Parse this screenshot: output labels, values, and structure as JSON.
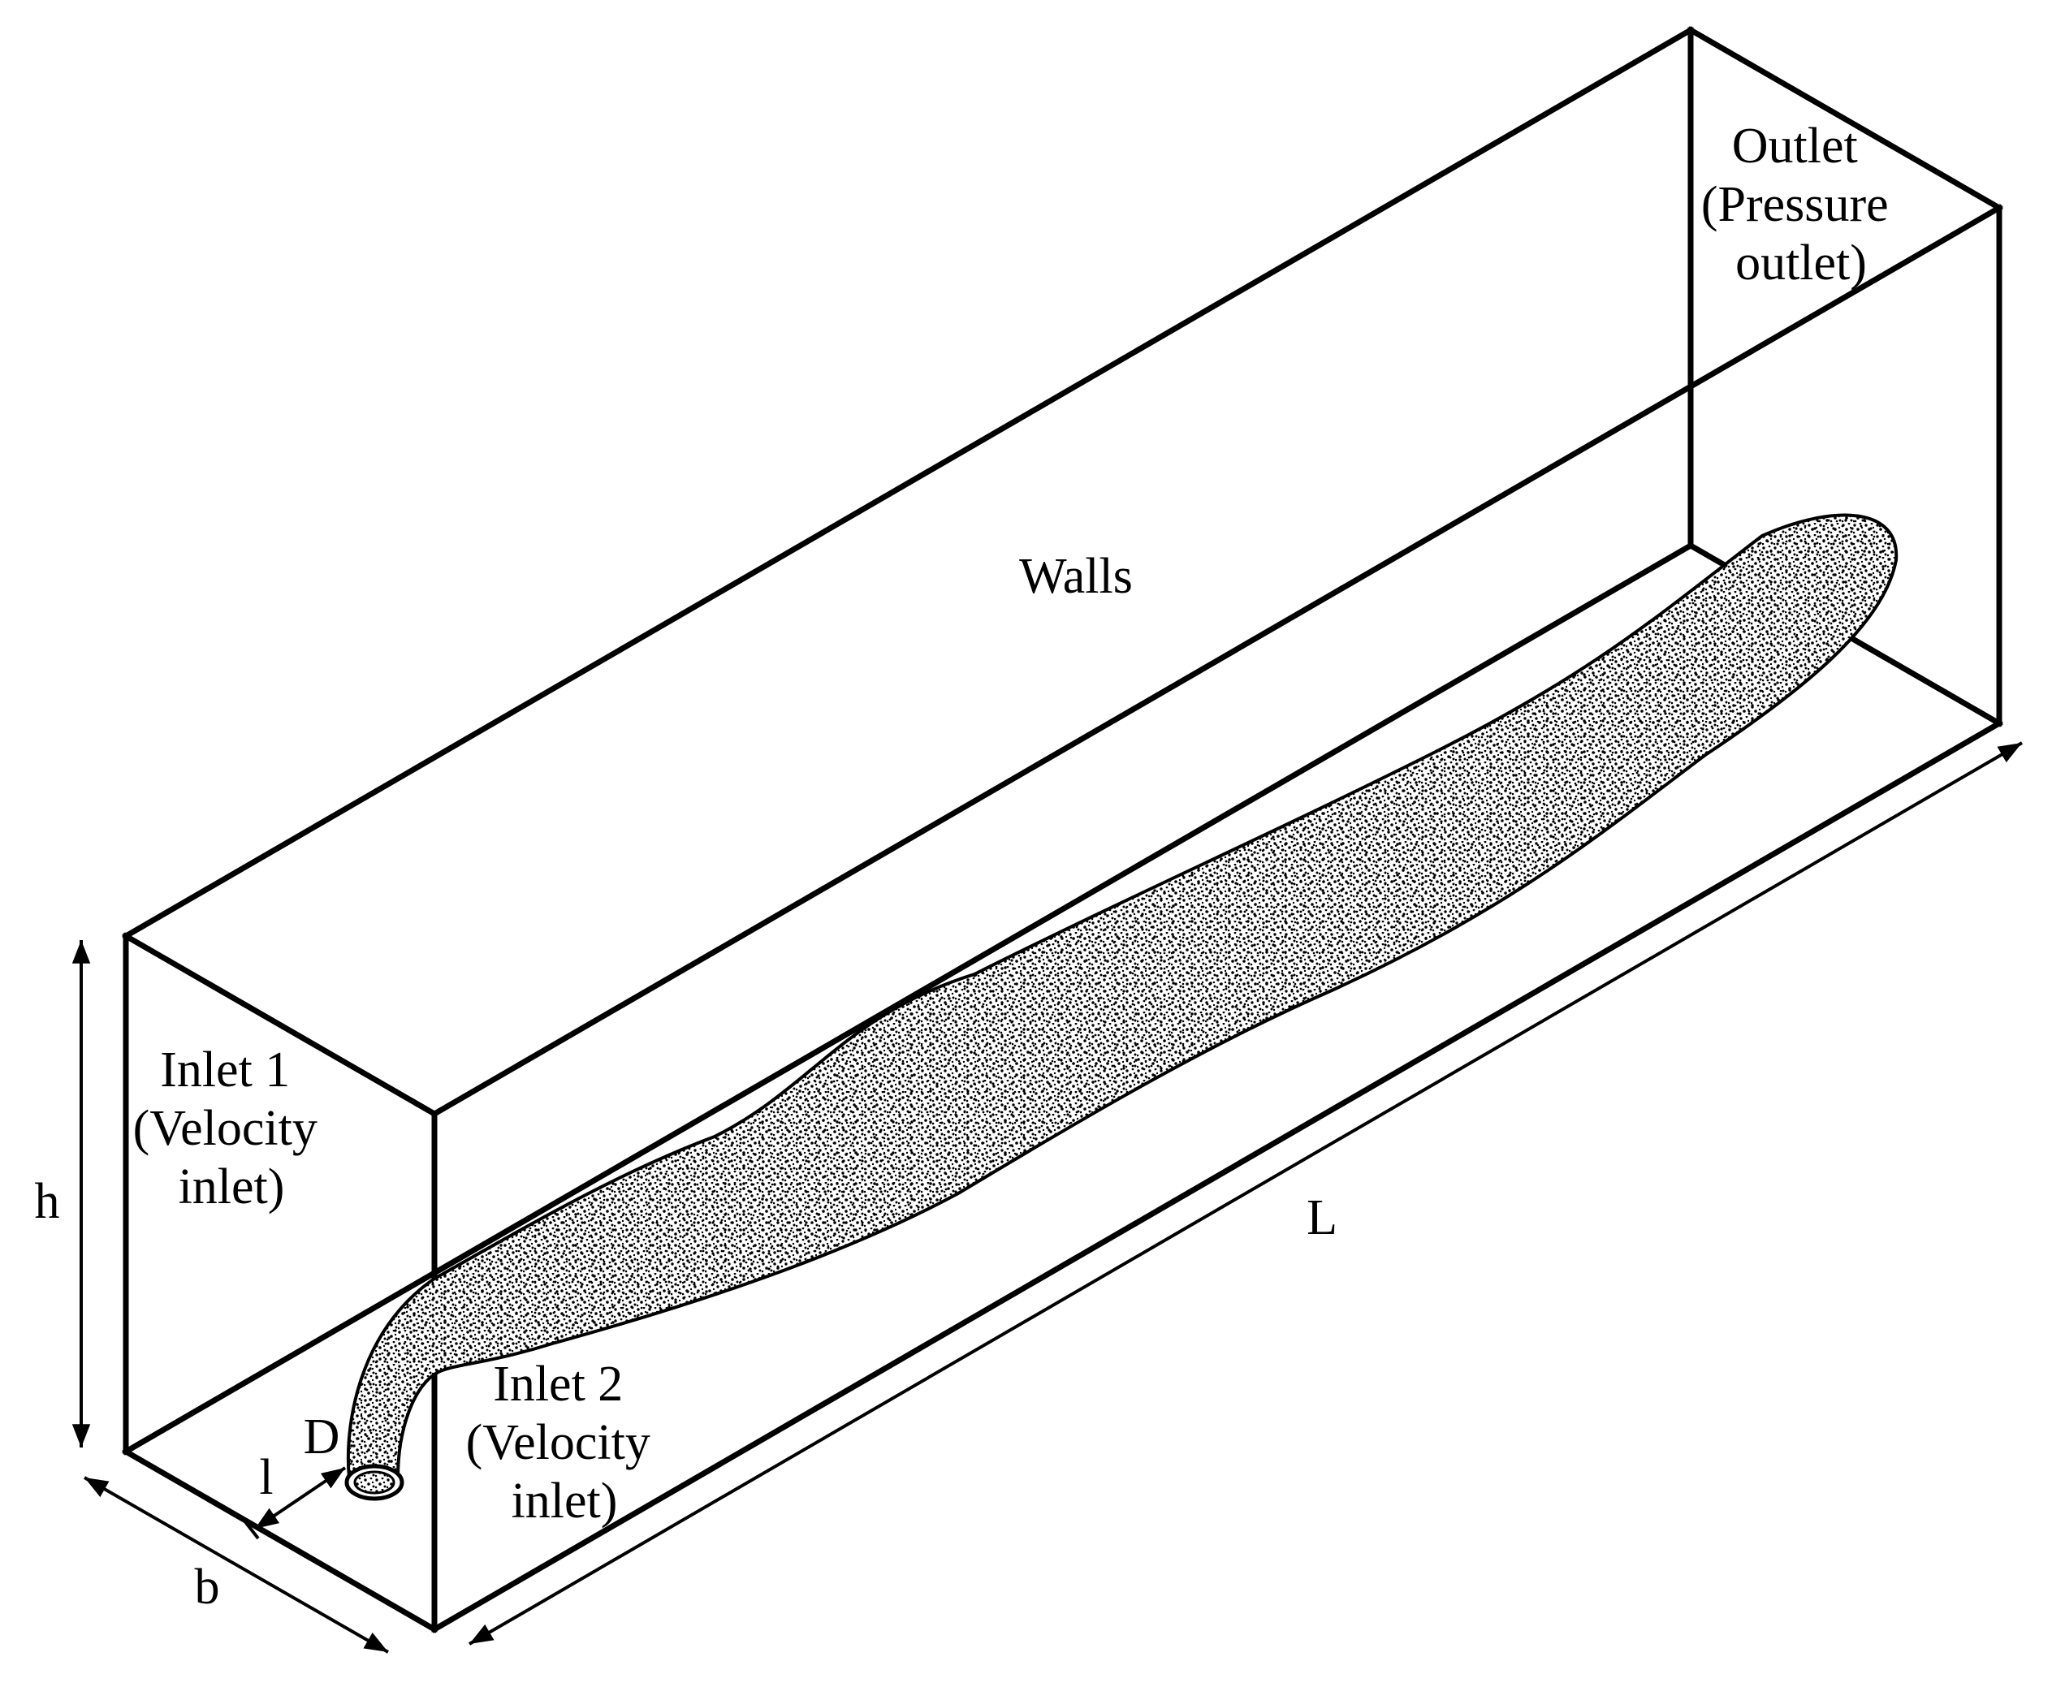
{
  "labels": {
    "walls": "Walls",
    "outlet": [
      "Outlet",
      "(Pressure",
      "outlet)"
    ],
    "inlet1": [
      "Inlet 1",
      "(Velocity",
      "inlet)"
    ],
    "inlet2": [
      "Inlet 2",
      "(Velocity",
      "inlet)"
    ]
  },
  "dimensions": {
    "height": "h",
    "length": "L",
    "width": "b",
    "offset": "l",
    "diameter": "D"
  }
}
